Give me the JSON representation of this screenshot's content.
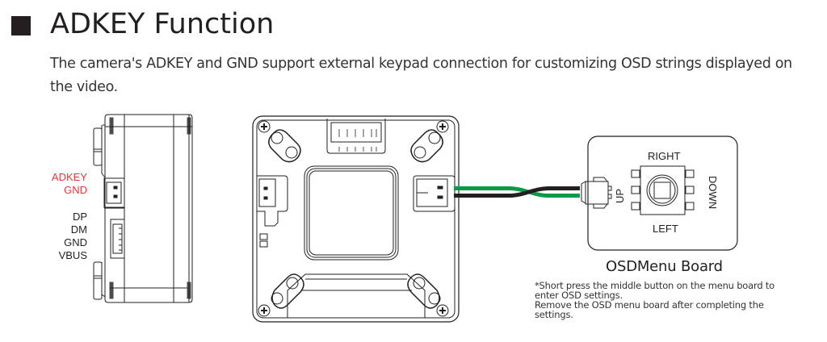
{
  "section": {
    "title": "ADKEY Function",
    "description": "The camera's ADKEY and GND support external keypad connection for customizing OSD strings displayed on the video."
  },
  "side_view": {
    "adkey_pins": [
      "ADKEY",
      "GND"
    ],
    "usb_pins": [
      "DP",
      "DM",
      "GND",
      "VBUS"
    ],
    "adkey_pin_color": "#e8343b"
  },
  "cable": {
    "colors": [
      "#0a9a48",
      "#231f20"
    ]
  },
  "osd_board": {
    "title": "OSDMenu Board",
    "keys": {
      "right": "RIGHT",
      "left": "LEFT",
      "up": "UP",
      "down": "DOWN"
    },
    "notes": [
      "*Short press the middle button on the menu board to enter OSD settings.",
      "Remove the OSD menu board after completing the settings."
    ]
  }
}
